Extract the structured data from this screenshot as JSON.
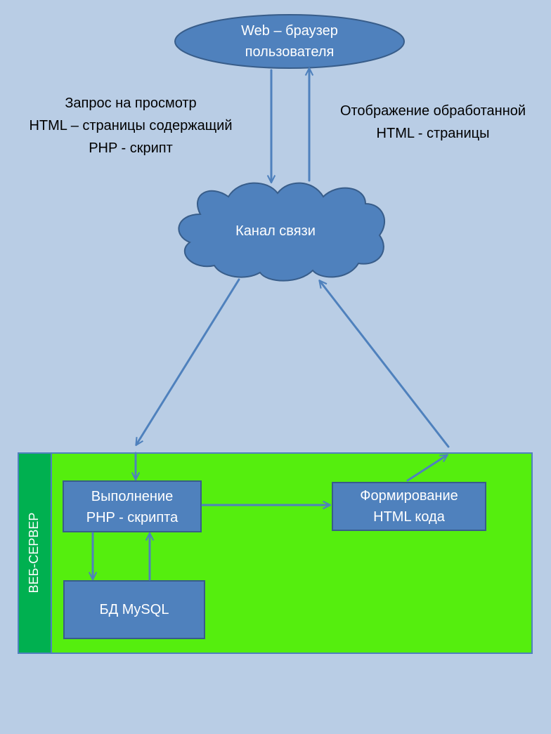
{
  "nodes": {
    "browser": {
      "lines": [
        "Web – браузер",
        "пользователя"
      ]
    },
    "channel": {
      "label": "Канал связи"
    },
    "php_exec": {
      "lines": [
        "Выполнение",
        "PHP - скрипта"
      ]
    },
    "html_form": {
      "lines": [
        "Формирование",
        "HTML кода"
      ]
    },
    "db": {
      "label": "БД MySQL"
    },
    "server": {
      "label": "ВЕБ-СЕРВЕР"
    }
  },
  "edges": {
    "request": {
      "lines": [
        "Запрос на просмотр",
        "HTML – страницы содержащий",
        "PHP - скрипт"
      ]
    },
    "response": {
      "lines": [
        "Отображение обработанной",
        "HTML - страницы"
      ]
    }
  },
  "colors": {
    "background": "#b9cde5",
    "node_fill": "#4f81bd",
    "node_stroke": "#385d8a",
    "arrow": "#4f81bd",
    "server_area": "#55ee0e",
    "server_sidebar": "#00b050"
  }
}
